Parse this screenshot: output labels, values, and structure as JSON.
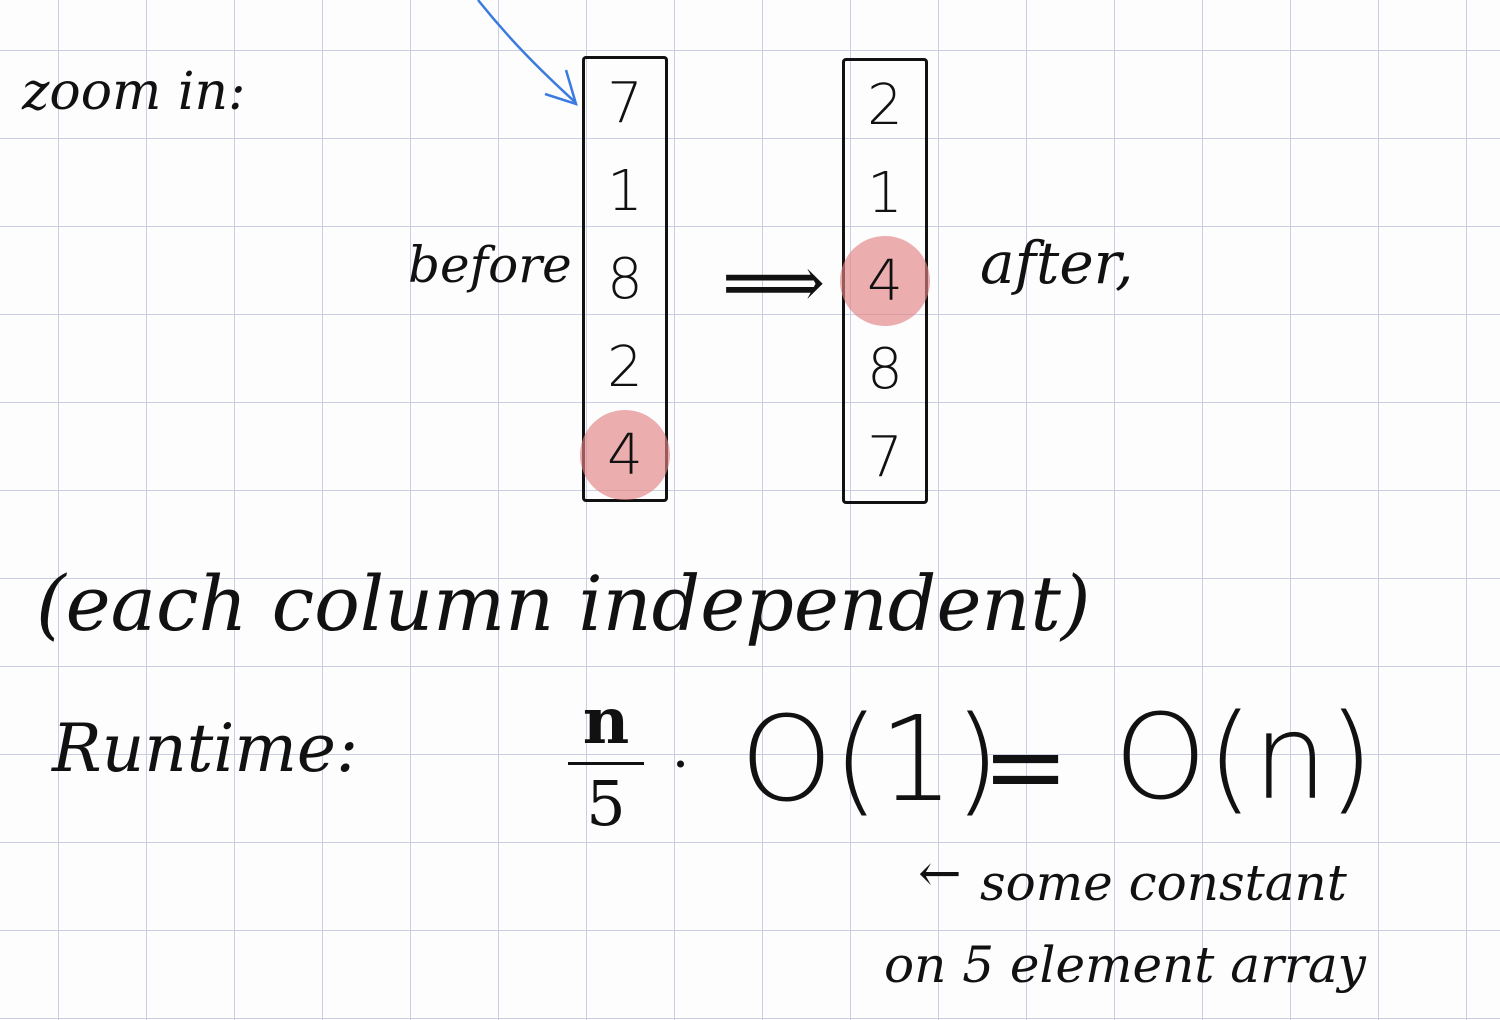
{
  "notes": {
    "zoom_label": "zoom in:",
    "before_label": "before",
    "after_label": "after,",
    "arrow_symbol": "⟹",
    "before_column": [
      "7",
      "1",
      "8",
      "2",
      "4"
    ],
    "after_column": [
      "2",
      "1",
      "4",
      "8",
      "7"
    ],
    "highlighted_value": "4",
    "independence_note": "(each column independent)",
    "runtime_label": "Runtime:",
    "fraction_numerator": "n",
    "fraction_denominator": "5",
    "multiply_dot": "·",
    "big_o_constant": "O(1)",
    "equals": "=",
    "big_o_result": "O(n)",
    "annotation_arrow": "←",
    "annotation_line1": "some constant",
    "annotation_line2": "on 5 element array",
    "highlight_color": "#e28282",
    "pointer_arrow_color": "#3b7be0"
  }
}
